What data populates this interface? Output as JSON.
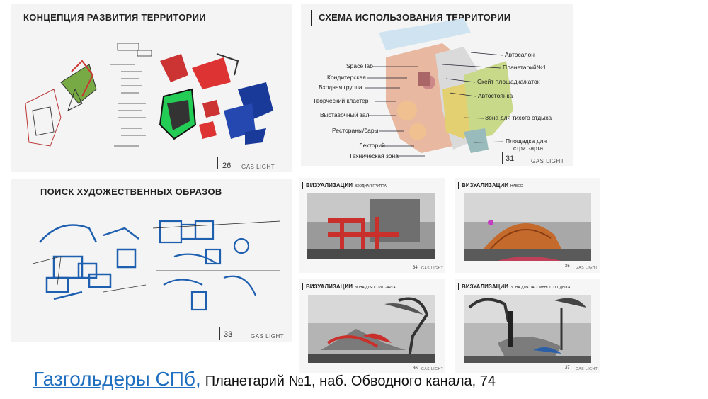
{
  "slides": {
    "concept": {
      "title": "КОНЦЕПЦИЯ РАЗВИТИЯ ТЕРРИТОРИИ",
      "page": "26",
      "brand": "GAS LIGHT"
    },
    "scheme": {
      "title": "СХЕМА ИСПОЛЬЗОВАНИЯ ТЕРРИТОРИИ",
      "page": "31",
      "brand": "GAS LIGHT",
      "labels_left": [
        "Space lab",
        "Кондитерская",
        "Входная группа",
        "Творческий кластер",
        "Выставочный зал",
        "Рестораны/бары",
        "Лекторий",
        "Техническая зона"
      ],
      "labels_right": [
        "Автосалон",
        "Планетарий№1",
        "Скейт площадка/каток",
        "Автостоянка",
        "Зона для тихого отдыха",
        "Площадка для",
        "стрит-арта"
      ]
    },
    "search": {
      "title": "ПОИСК ХУДОЖЕСТВЕННЫХ ОБРАЗОВ",
      "page": "33",
      "brand": "GAS LIGHT"
    },
    "viz1": {
      "title": "ВИЗУАЛИЗАЦИИ",
      "sub": "ВХОДНАЯ ГРУППА",
      "page": "34",
      "brand": "GAS LIGHT"
    },
    "viz2": {
      "title": "ВИЗУАЛИЗАЦИИ",
      "sub": "НАВЕС",
      "page": "35",
      "brand": "GAS LIGHT"
    },
    "viz3": {
      "title": "ВИЗУАЛИЗАЦИИ",
      "sub": "ЗОНА ДЛЯ СТРИТ-АРТА",
      "page": "36",
      "brand": "GAS LIGHT"
    },
    "viz4": {
      "title": "ВИЗУАЛИЗАЦИИ",
      "sub": "ЗОНА ДЛЯ ПАССИВНОГО ОТДЫХА",
      "page": "37",
      "brand": "GAS LIGHT"
    }
  },
  "caption": {
    "link": "Газгольдеры  СПб",
    "comma": ",",
    "address": "Планетарий №1, наб. Обводного канала, 74"
  },
  "colors": {
    "link": "#1f6fc0",
    "accent_red": "#c9302c",
    "accent_blue": "#2a5fa8"
  }
}
